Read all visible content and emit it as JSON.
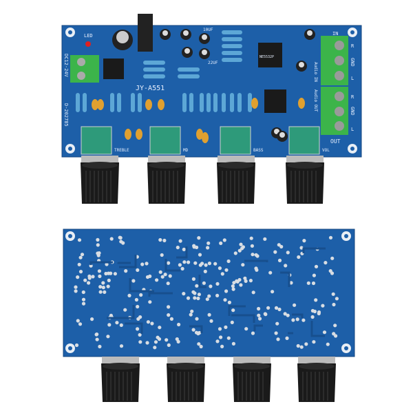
{
  "colors": {
    "pcb": "#1d5fa8",
    "pcb_dark": "#174f8e",
    "terminal": "#3cb44a",
    "pot": "#2e9a7a",
    "knob": "#1a1a1a",
    "resistor": "#5da7d6",
    "cap": "#e0a030"
  },
  "top_board": {
    "model": "JY-A551",
    "led_label": "LED",
    "power_label": "DC12-24V",
    "serial": "D-202785",
    "chip_label": "NE5532P",
    "cap_10uf": "10UF",
    "cap_22uf": "22UF",
    "pots": [
      {
        "label": "TREBLE"
      },
      {
        "label": "MD"
      },
      {
        "label": "BASS"
      },
      {
        "label": "VOL"
      }
    ],
    "input": {
      "title": "IN",
      "side_label": "Audio IN",
      "pins": [
        "R",
        "GND",
        "L"
      ]
    },
    "output": {
      "title": "OUT",
      "side_label": "Audio OUT",
      "pins": [
        "R",
        "GND",
        "L"
      ]
    }
  }
}
